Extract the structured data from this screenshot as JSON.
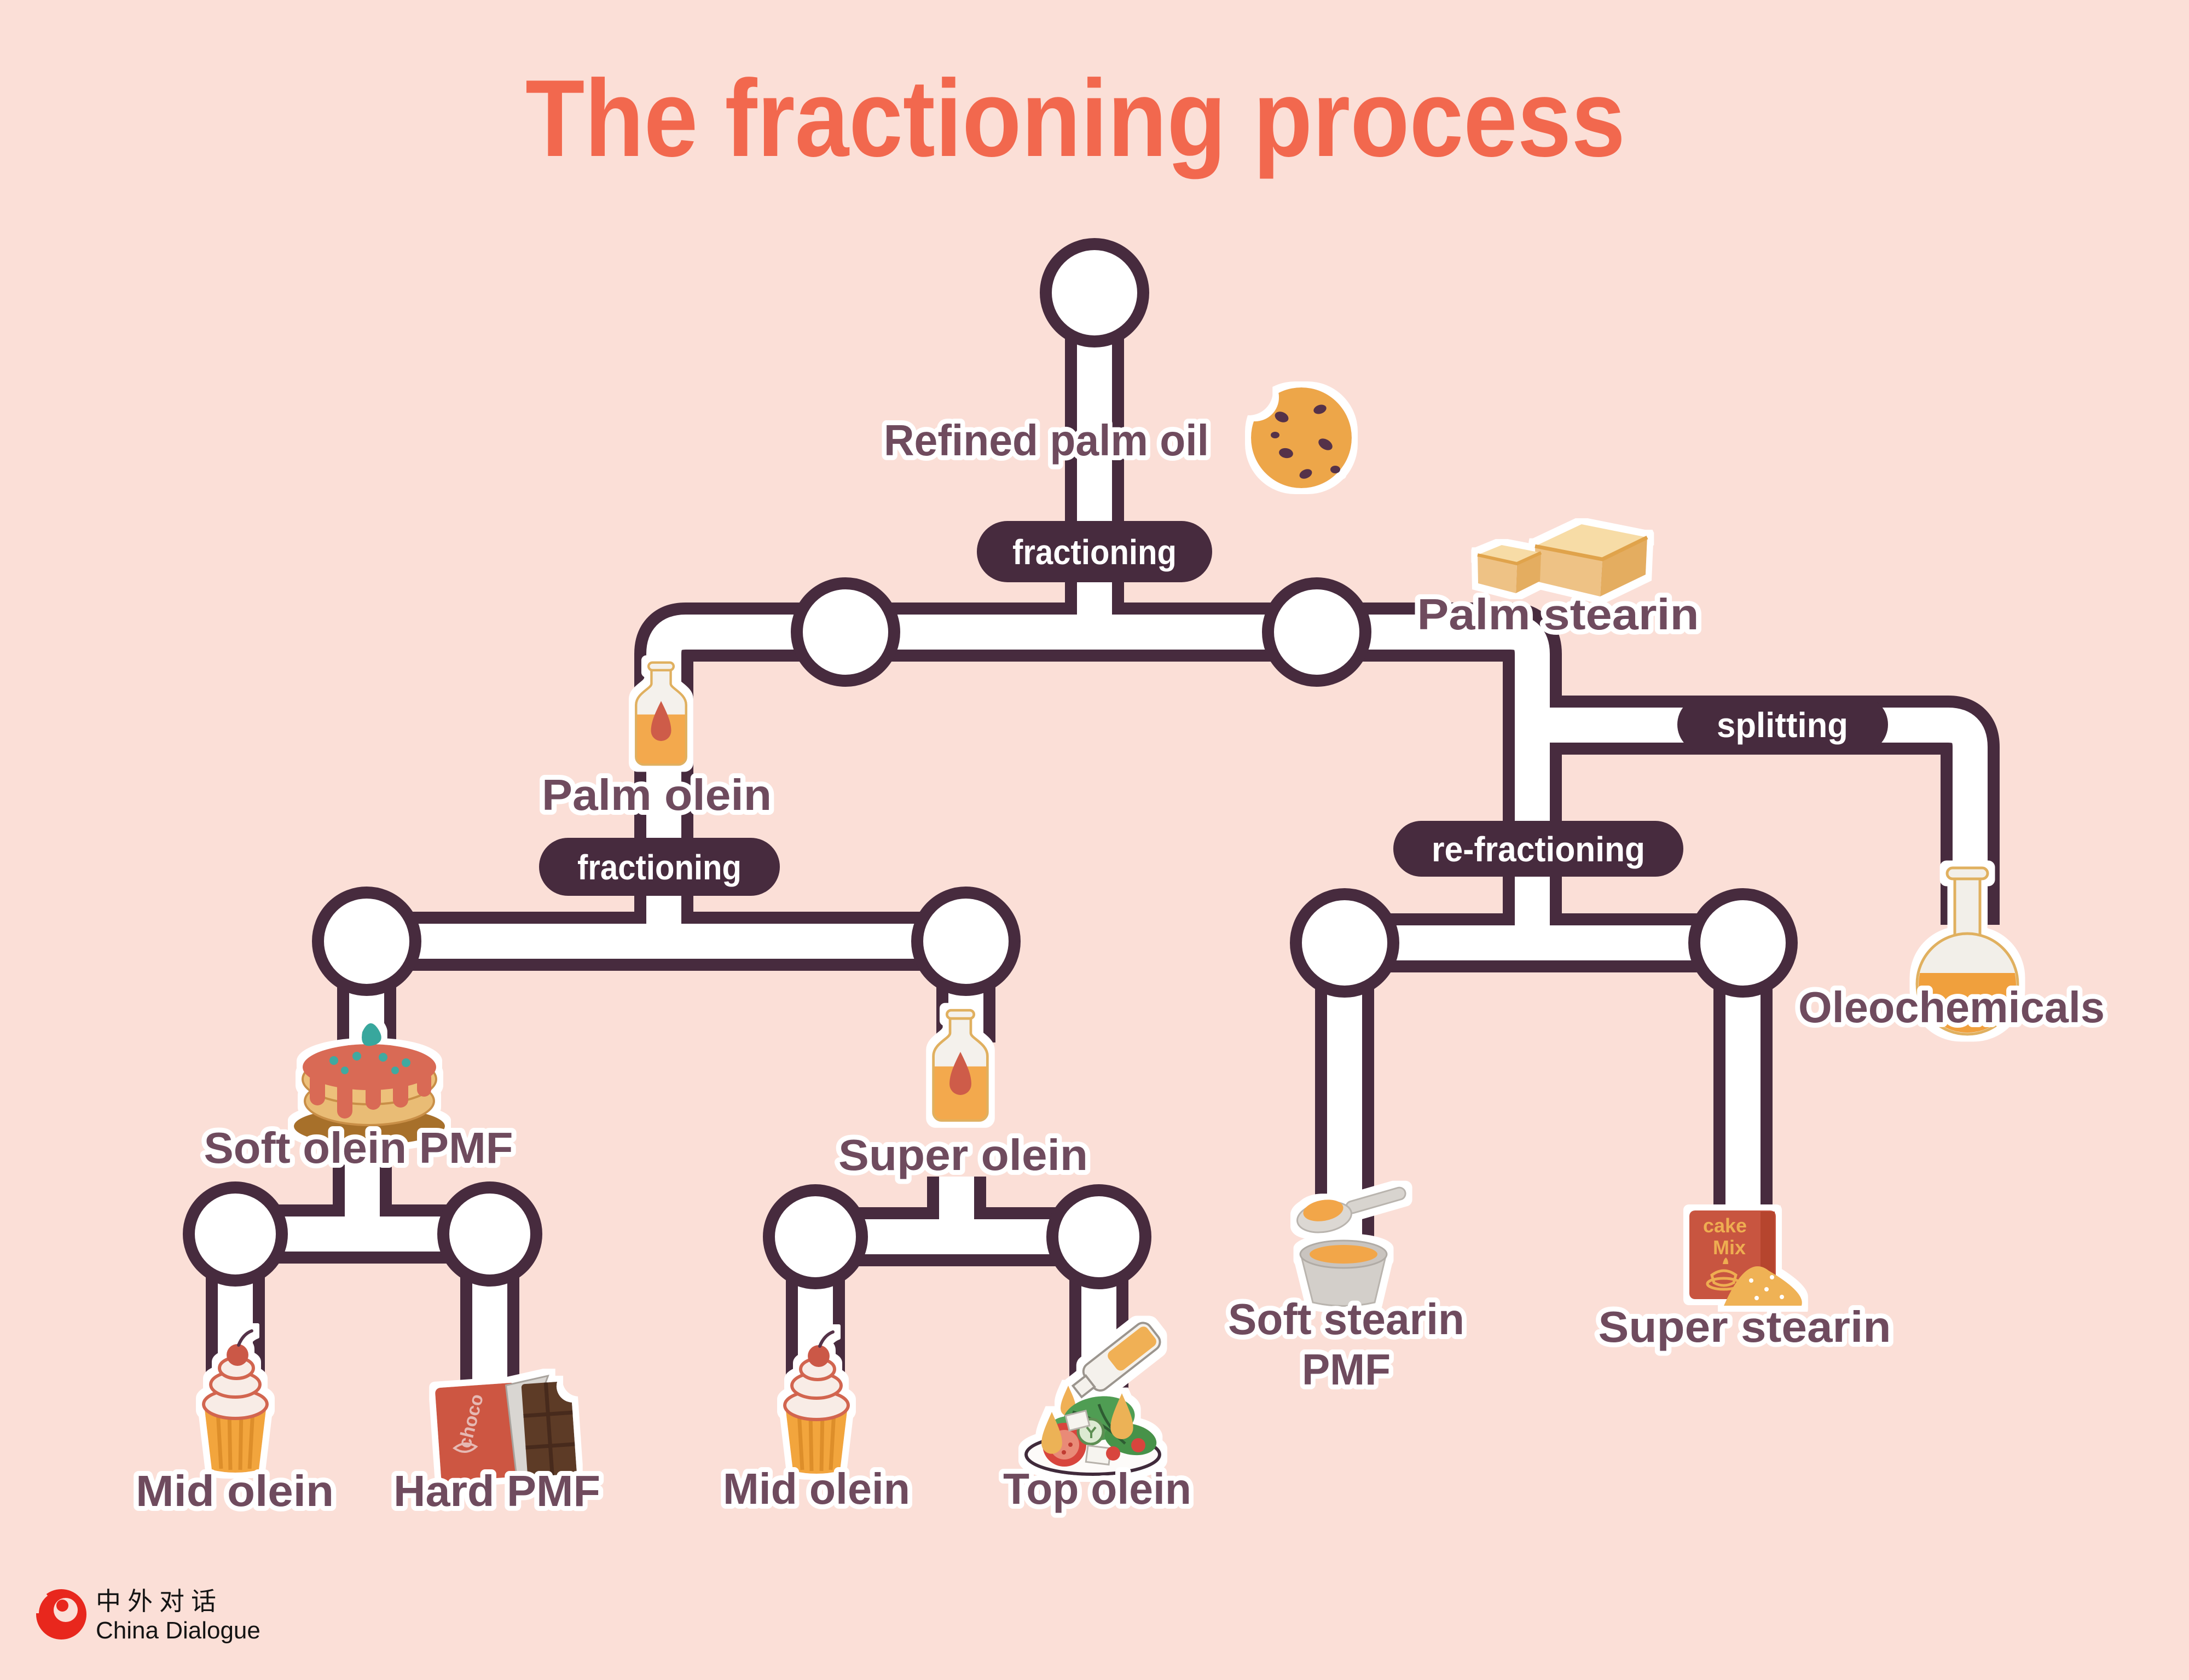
{
  "title": "The fractioning process",
  "colors": {
    "background": "#fbdfd7",
    "pipe": "#472b3e",
    "label": "#6f4b5e",
    "title": "#f2684e",
    "pill_background": "#472b3e",
    "pill_text": "#ffffff",
    "logo_red": "#e8271d"
  },
  "labels": {
    "refined_palm_oil": "Refined palm oil",
    "palm_stearin": "Palm stearin",
    "palm_olein": "Palm olein",
    "oleochemicals": "Oleochemicals",
    "soft_olein_pmf": "Soft olein PMF",
    "super_olein": "Super olein",
    "soft_stearin_line1": "Soft stearin",
    "soft_stearin_line2": "PMF",
    "super_stearin": "Super stearin",
    "mid_olein_left": "Mid olein",
    "hard_pmf": "Hard PMF",
    "mid_olein_mid": "Mid olein",
    "top_olein": "Top olein"
  },
  "pills": {
    "fractioning_top": "fractioning",
    "fractioning_left": "fractioning",
    "splitting": "splitting",
    "re_fractioning": "re-fractioning"
  },
  "icons": {
    "refined_palm_oil": "cookie",
    "palm_stearin": "butter-blocks",
    "palm_olein": "oil-bottle",
    "super_olein": "oil-bottle",
    "oleochemicals": "round-flask",
    "soft_olein_pmf": "pancakes",
    "soft_stearin_pmf": "bowl-with-spoon",
    "super_stearin": "cake-mix-box",
    "mid_olein": "cupcake",
    "hard_pmf": "chocolate-bar",
    "top_olein": "salad-plate"
  },
  "cake_mix_text": {
    "line1": "cake",
    "line2": "Mix"
  },
  "chocolate_text": "choco",
  "logo": {
    "chinese": "中外对话",
    "english": "China Dialogue"
  }
}
